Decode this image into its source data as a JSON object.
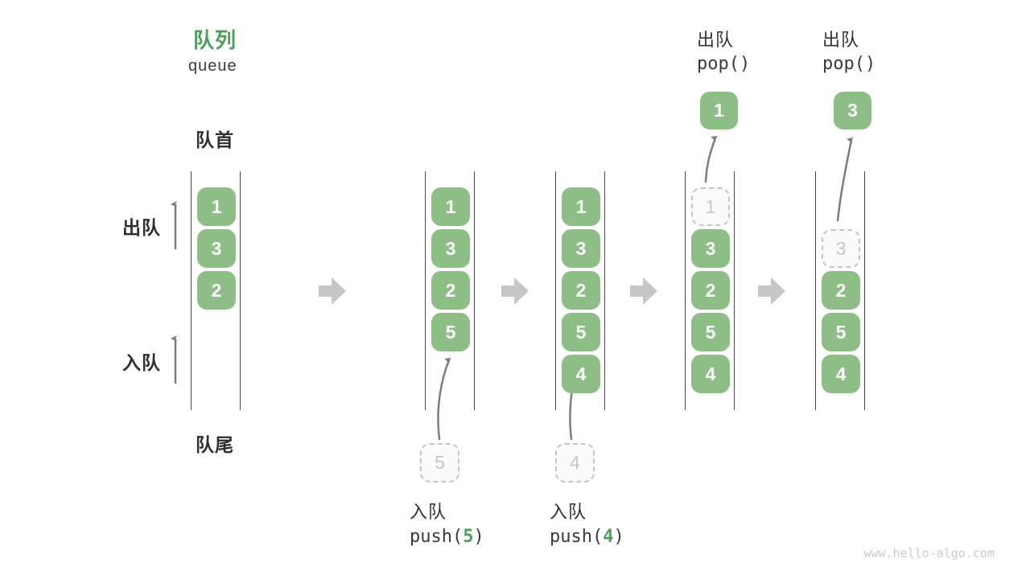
{
  "title": {
    "zh": "队列",
    "en": "queue"
  },
  "labels": {
    "front": "队首",
    "rear": "队尾",
    "dequeue": "出队",
    "enqueue": "入队"
  },
  "watermark": "www.hello-algo.com",
  "colors": {
    "cell_green": "#8CBE86",
    "title_green": "#4C9F56",
    "block_arrow_gray": "#C6C6C6",
    "arrow_stroke_gray": "#7D7D7D",
    "channel_line": "#4B4B4B",
    "dashed_border": "#C5C5C5",
    "dashed_text": "#C6C6C6",
    "text_dark": "#2F2F2F"
  },
  "ops": {
    "push5": {
      "label": "入队",
      "fn": "push(",
      "arg": "5",
      "close": ")"
    },
    "push4": {
      "label": "入队",
      "fn": "push(",
      "arg": "4",
      "close": ")"
    },
    "pop1": {
      "label": "出队",
      "call": "pop()"
    },
    "pop2": {
      "label": "出队",
      "call": "pop()"
    }
  },
  "states": [
    {
      "cells": [
        {
          "value": "1"
        },
        {
          "value": "3"
        },
        {
          "value": "2"
        }
      ]
    },
    {
      "cells": [
        {
          "value": "1"
        },
        {
          "value": "3"
        },
        {
          "value": "2"
        },
        {
          "value": "5"
        }
      ],
      "staging": {
        "value": "5"
      }
    },
    {
      "cells": [
        {
          "value": "1"
        },
        {
          "value": "3"
        },
        {
          "value": "2"
        },
        {
          "value": "5"
        },
        {
          "value": "4"
        }
      ],
      "staging": {
        "value": "4"
      }
    },
    {
      "cells": [
        {
          "value": "1",
          "dashed": true
        },
        {
          "value": "3"
        },
        {
          "value": "2"
        },
        {
          "value": "5"
        },
        {
          "value": "4"
        }
      ],
      "popped": {
        "value": "1"
      }
    },
    {
      "cells": [
        {
          "value": "3",
          "dashed": true
        },
        {
          "value": "2"
        },
        {
          "value": "5"
        },
        {
          "value": "4"
        }
      ],
      "popped": {
        "value": "3"
      }
    }
  ]
}
